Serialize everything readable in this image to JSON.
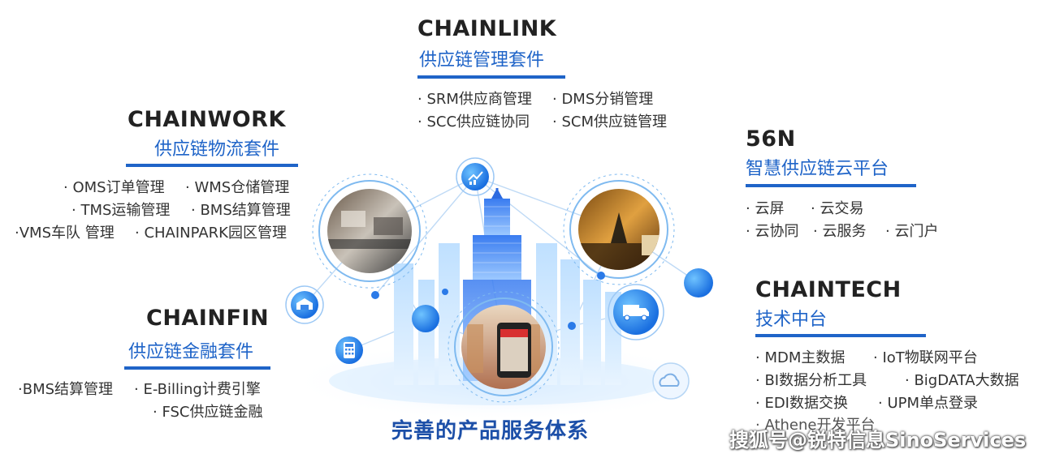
{
  "center": {
    "title": "完善的产品服务体系"
  },
  "watermark": "搜狐号@锐特信息SinoServices",
  "chainlink": {
    "brand": "CHAINLINK",
    "subtitle": "供应链管理套件",
    "row1": [
      "· SRM供应商管理",
      "· DMS分销管理"
    ],
    "row2": [
      "· SCC供应链协同",
      "· SCM供应链管理"
    ]
  },
  "chainwork": {
    "brand": "CHAINWORK",
    "subtitle": "供应链物流套件",
    "row1": [
      "· OMS订单管理",
      "· WMS仓储管理"
    ],
    "row2": [
      "· TMS运输管理",
      "· BMS结算管理"
    ],
    "row3": [
      "·VMS车队 管理",
      "· CHAINPARK园区管理"
    ]
  },
  "n56": {
    "brand": "56N",
    "subtitle": "智慧供应链云平台",
    "row1": [
      "· 云屏",
      "· 云交易"
    ],
    "row2": [
      "· 云协同",
      "· 云服务",
      "· 云门户"
    ]
  },
  "chaintech": {
    "brand": "CHAINTECH",
    "subtitle": "技术中台",
    "row1": [
      "· MDM主数据",
      "· IoT物联网平台"
    ],
    "row2": [
      "· BI数据分析工具",
      "· BigDATA大数据"
    ],
    "row3": [
      "· EDI数据交换",
      "· UPM单点登录"
    ],
    "row4": [
      "· Athene开发平台"
    ]
  },
  "chainfin": {
    "brand": "CHAINFIN",
    "subtitle": "供应链金融套件",
    "row1": [
      "·BMS结算管理",
      "· E-Billing计费引擎"
    ],
    "row2": [
      "· FSC供应链金融"
    ]
  },
  "icons": [
    "share-chart-icon",
    "warehouse-icon",
    "calculator-icon",
    "truck-icon",
    "cloud-icon",
    "photo-logistics",
    "photo-energy",
    "photo-retail"
  ],
  "colors": {
    "accent": "#1f64c8",
    "brand_text": "#222222",
    "center_title": "#1c4fa8"
  }
}
